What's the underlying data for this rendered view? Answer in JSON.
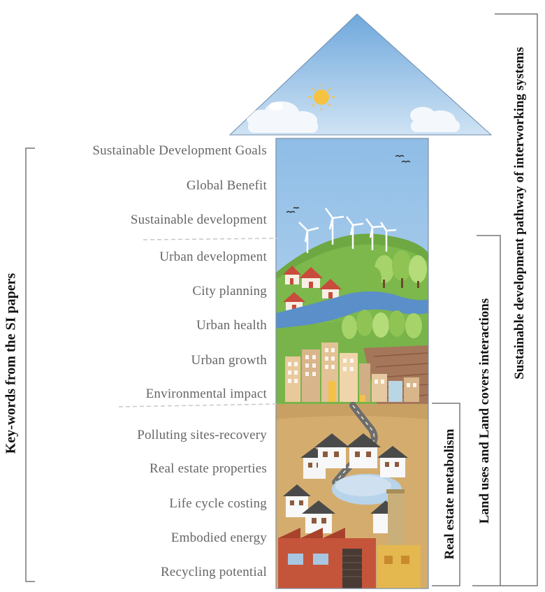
{
  "keywords": [
    "Sustainable Development Goals",
    "Global Benefit",
    "Sustainable development",
    "Urban development",
    "City planning",
    "Urban health",
    "Urban growth",
    "Environmental impact",
    "Polluting sites-recovery",
    "Real estate properties",
    "Life cycle costing",
    "Embodied energy",
    "Recycling potential"
  ],
  "labels": {
    "left_bracket": "Key-words from the SI papers",
    "real_estate": "Real estate metabolism",
    "land_uses": "Land uses and Land covers interactions",
    "pathway": "Sustainable development pathway of interworking systems"
  },
  "colors": {
    "sky": "#8fbde6",
    "sky_light": "#cfe3f4",
    "hill_green": "#6ea842",
    "river": "#5a8fc9",
    "earth": "#c8a064",
    "sun": "#f5c242",
    "bracket": "#777777"
  }
}
